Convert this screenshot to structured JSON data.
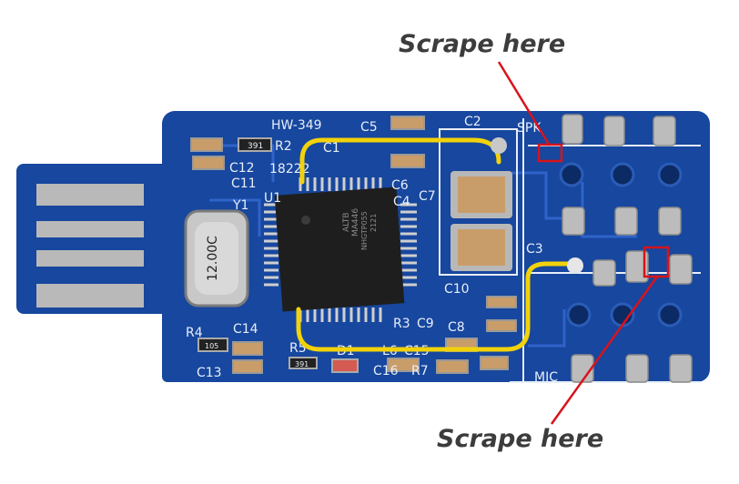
{
  "annotations": {
    "top": "Scrape here",
    "bottom": "Scrape here"
  },
  "silkscreen": {
    "model": "HW-349",
    "chip_code": "18222",
    "crystal": "12.00C",
    "resistor_marking_1": "391",
    "resistor_marking_2": "105",
    "resistor_marking_3": "391",
    "chip_text": [
      "ALTB",
      "MA446",
      "NHGTP055",
      "2121"
    ],
    "labels": [
      "R2",
      "C1",
      "C5",
      "C2",
      "C12",
      "C11",
      "Y1",
      "U1",
      "C6",
      "C4",
      "C7",
      "C3",
      "C10",
      "R3",
      "C9",
      "C8",
      "R4",
      "C14",
      "C13",
      "R5",
      "D1",
      "C15",
      "L6",
      "C16",
      "R7",
      "SPK",
      "MIC"
    ]
  },
  "colors": {
    "board": "#17479e",
    "board_dark": "#0f3680",
    "trace": "#2f63c9",
    "silk": "#e8eef8",
    "pad": "#bcbcbc",
    "wire": "#f2d20a",
    "marker": "#d8131b",
    "cap": "#c99d6a"
  }
}
